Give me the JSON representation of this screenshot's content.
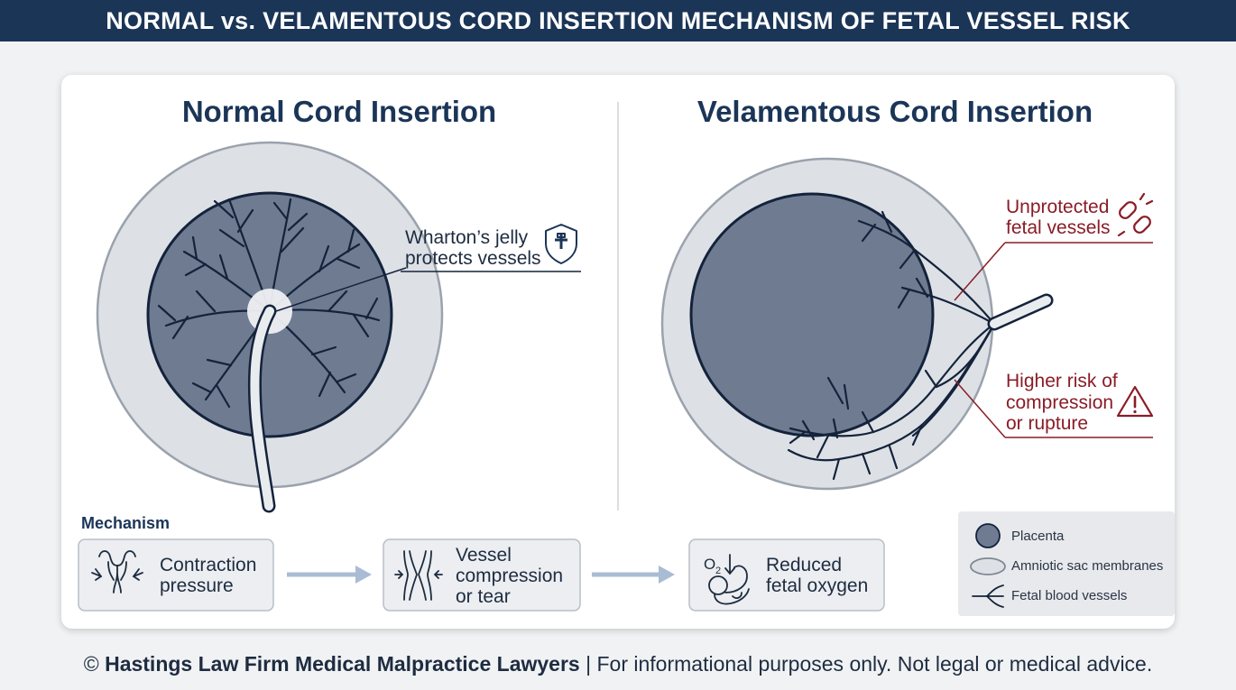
{
  "header": {
    "title": "NORMAL vs. VELAMENTOUS CORD INSERTION MECHANISM OF FETAL VESSEL RISK"
  },
  "normal_panel": {
    "title": "Normal Cord Insertion",
    "note_line1": "Wharton’s jelly",
    "note_line2": "protects vessels",
    "note_icon": "shield-plus-icon"
  },
  "velamentous_panel": {
    "title": "Velamentous Cord Insertion",
    "note1_line1": "Unprotected",
    "note1_line2": "fetal vessels",
    "note1_icon": "broken-chain-icon",
    "note2_line1": "Higher risk of",
    "note2_line2": "compression",
    "note2_line3": "or rupture",
    "note2_icon": "warning-triangle-icon"
  },
  "mechanism": {
    "heading": "Mechanism",
    "steps": [
      {
        "icon": "uterus-icon",
        "lines": [
          "Contraction",
          "pressure"
        ]
      },
      {
        "icon": "vessel-compression-icon",
        "lines": [
          "Vessel",
          "compression",
          "or tear"
        ]
      },
      {
        "icon": "fetus-oxygen-icon",
        "o2": "O",
        "o2_sub": "2",
        "lines": [
          "Reduced",
          "fetal oxygen"
        ]
      }
    ]
  },
  "legend": {
    "items": [
      {
        "icon": "placenta-swatch-icon",
        "label": "Placenta"
      },
      {
        "icon": "membrane-swatch-icon",
        "label": "Amniotic sac membranes"
      },
      {
        "icon": "vessel-swatch-icon",
        "label": "Fetal blood vessels"
      }
    ]
  },
  "colors": {
    "navy": "#1b3557",
    "placenta": "#6e7b91",
    "membrane": "#dde1e6",
    "vessel": "#14233b",
    "accent_red": "#8a1c26",
    "arrow": "#a9bcd4"
  },
  "footer": {
    "copyright": "©",
    "firm": "Hastings Law Firm Medical Malpractice Lawyers",
    "separator": "|",
    "disclaimer": "For informational purposes only. Not legal or medical advice."
  }
}
